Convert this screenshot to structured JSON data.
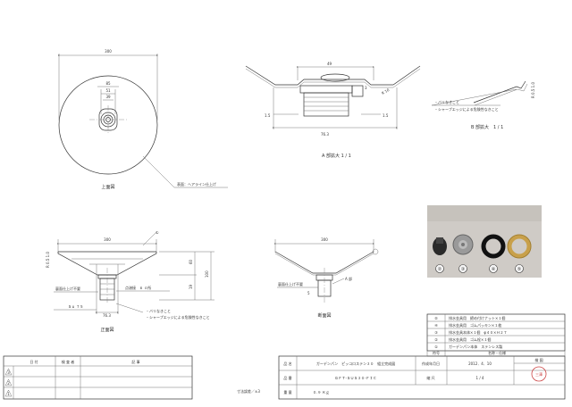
{
  "top_view": {
    "title": "上面図",
    "dim_outer": "300",
    "dim_a": "85",
    "dim_b": "51",
    "dim_c": "39",
    "finish_note": "表面：ヘアライン仕上げ"
  },
  "detail_a": {
    "title": "A 部拡大 1 / 1",
    "dim_top": "49",
    "dim_width": "76.3",
    "dim_left": "1.5",
    "dim_right": "1.5",
    "dim_r": "R 10",
    "dim_side": "3"
  },
  "detail_b": {
    "title": "B 部拡大　1 / 1",
    "note1": "・バリなきこと",
    "note2": "・シャープエッジによる危険性なきこと",
    "dim_side": "R 0.5 1.0"
  },
  "front_view": {
    "title": "正面図",
    "dim_top": "300",
    "dim_left_top": "R 0.5 1.0",
    "dim_h1": "60",
    "dim_h2": "19",
    "dim_h3": "100",
    "dim_bottom": "76.3",
    "label_back": "裏面仕上げ不要",
    "label_weld": "点溶接　６ ｏ所",
    "label_s": "Ｓｕ ７５",
    "label_item": "①",
    "note1": "・バリなきこと",
    "note2": "・シャープエッジによる危険性なきこと"
  },
  "section_view": {
    "title": "断面図",
    "dim_top": "300",
    "label_back": "裏面仕上げ不要",
    "label_a": "A 部",
    "dim_1": "5"
  },
  "photo": {
    "labels": [
      "②",
      "③",
      "④",
      "⑤"
    ]
  },
  "parts_list": {
    "rows": [
      {
        "no": "⑤",
        "desc": "排水金具用　締め付けナット×１個"
      },
      {
        "no": "④",
        "desc": "排水金具用　ゴムパッキン×１枚"
      },
      {
        "no": "③",
        "desc": "排水金具本体×１個　φ４０×Ｈ２７"
      },
      {
        "no": "②",
        "desc": "排水金具用　ゴム栓×１個"
      },
      {
        "no": "①",
        "desc": "ガーデンパン本体　ステンレス製"
      }
    ],
    "header_no": "符号",
    "header_name": "名称・仕様"
  },
  "revisions": {
    "headers": [
      "日 付",
      "検 査 者",
      "記 事"
    ],
    "marks": [
      "3",
      "2",
      "1"
    ]
  },
  "title_block": {
    "label_name": "品 名",
    "product": "ガーデンパン　ピッコロステン３０　組立完成図",
    "label_code": "品 番",
    "code": "ＧＦＴ-ＳＵＳ３０-ＦＩＣ",
    "label_weight": "重 量",
    "weight": "０.９ Ｋｇ",
    "label_date": "作成年月日",
    "date": "2012．4．10",
    "label_scale": "縮 尺",
    "scale": "1 / 4",
    "label_check": "検 図",
    "stamp": "三澤",
    "units_note": "寸法誤差／±3"
  }
}
